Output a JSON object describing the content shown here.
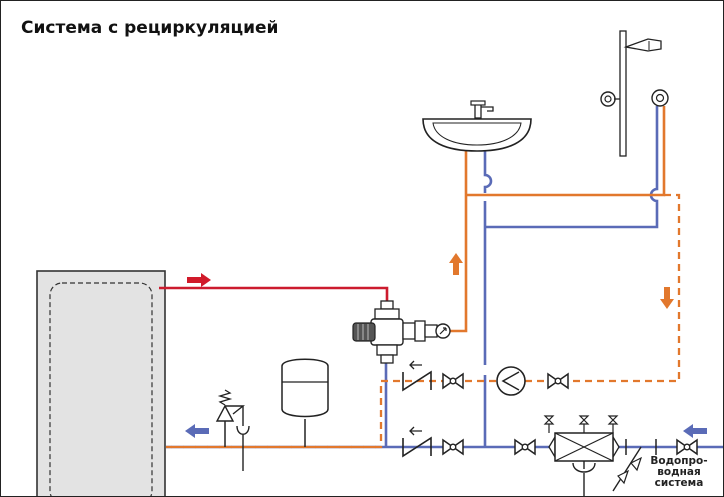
{
  "title": "Система с рециркуляцией",
  "water_supply_label": [
    "Водопро-",
    "водная",
    "система"
  ],
  "colors": {
    "hot_pipe": "#cc1b2e",
    "mixed_pipe": "#e2782d",
    "cold_pipe": "#5a6bb7",
    "recirculation_pipe": "#e2782d",
    "hot_arrow": "#d11a2a",
    "mixed_arrow": "#e2782d",
    "cold_arrow": "#5a6bb7",
    "tank_fill": "#e3e3e3"
  },
  "icons": [
    "water-heater-tank",
    "washbasin-icon",
    "shower-icon",
    "thermostatic-mixing-valve-icon",
    "thermometer-icon",
    "expansion-vessel-icon",
    "safety-valve-icon",
    "drain-funnel-icon",
    "check-valve-icon",
    "ball-valve-icon",
    "circulation-pump-icon",
    "filter-icon",
    "flow-arrow-icon"
  ]
}
